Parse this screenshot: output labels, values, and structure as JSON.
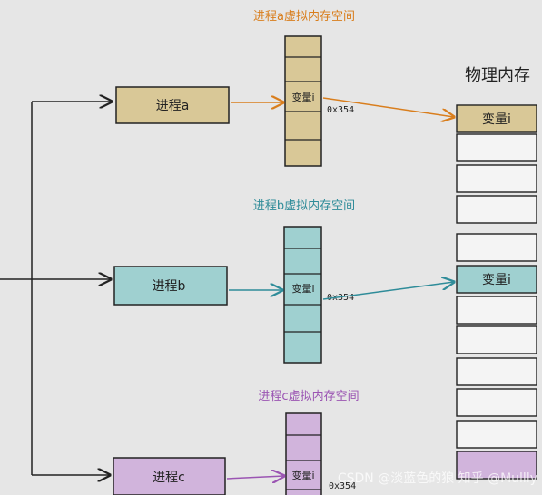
{
  "colors": {
    "orange": "#d97e1d",
    "teal": "#2f8c99",
    "purple": "#9b55b3",
    "yellow_fill": "#d9c897",
    "teal_fill": "#9fd0d0",
    "purple_fill": "#d1b4dc",
    "ink": "#222222"
  },
  "processes": [
    {
      "label": "进程a",
      "title": "进程a虚拟内存空间",
      "var_label": "变量i",
      "addr": "0x354"
    },
    {
      "label": "进程b",
      "title": "进程b虚拟内存空间",
      "var_label": "变量i",
      "addr": "0x354"
    },
    {
      "label": "进程c",
      "title": "进程c虚拟内存空间",
      "var_label": "变量i",
      "addr": "0x354"
    }
  ],
  "physical": {
    "title": "物理内存",
    "cells": [
      "变量i",
      "",
      "",
      "",
      "",
      "变量i",
      "",
      "",
      "",
      "",
      "",
      ""
    ]
  },
  "watermark": "CSDN @淡蓝色的狼  知乎 @Mullly"
}
